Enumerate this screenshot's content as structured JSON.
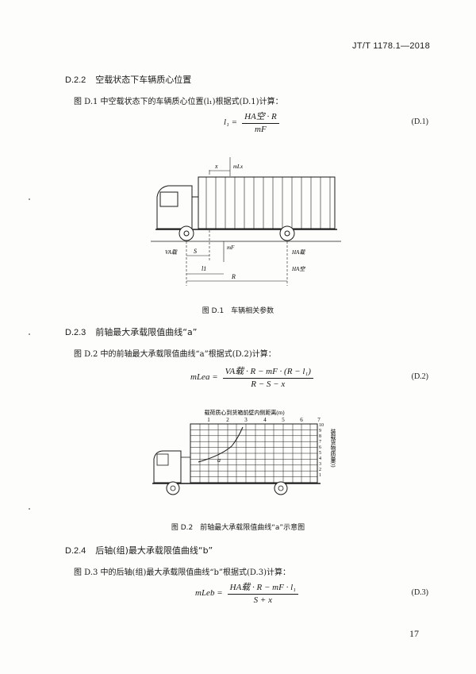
{
  "header": {
    "doc_id": "JT/T 1178.1—2018"
  },
  "page_number": "17",
  "sections": [
    {
      "num": "D.2.2",
      "title": "空载状态下车辆质心位置",
      "text": "图 D.1 中空载状态下的车辆质心位置(l₁)根据式(D.1)计算：",
      "eq_lhs": "l₁ =",
      "eq_num": "HA空 · R",
      "eq_den": "mF",
      "eq_no": "(D.1)"
    },
    {
      "num": "D.2.3",
      "title": "前轴最大承载限值曲线“a”",
      "text": "图 D.2 中的前轴最大承载限值曲线“a”根据式(D.2)计算：",
      "eq_lhs": "mLea =",
      "eq_num": "VA载 · R − mF · (R − l₁)",
      "eq_den": "R − S − x",
      "eq_no": "(D.2)"
    },
    {
      "num": "D.2.4",
      "title": "后轴(组)最大承载限值曲线“b”",
      "text": "图 D.3 中的后轴(组)最大承载限值曲线“b”根据式(D.3)计算：",
      "eq_lhs": "mLeb =",
      "eq_num": "HA载 · R − mF · l₁",
      "eq_den": "S + x",
      "eq_no": "(D.3)"
    }
  ],
  "figure1": {
    "caption": "图 D.1　车辆相关参数",
    "labels": {
      "x": "x",
      "mLx": "mLx",
      "VA": "VA载",
      "S": "S",
      "mF": "mF",
      "HA_loaded": "HA载",
      "HA_empty": "HA空",
      "l1": "l1",
      "R": "R"
    }
  },
  "figure2": {
    "caption": "图 D.2　前轴最大承载限值曲线“a”示意图",
    "top_axis_title": "载荷质心到货箱前壁内侧距离(m)",
    "right_axis_title": "装载货物质量(t)",
    "top_ticks": [
      "1",
      "2",
      "3",
      "4",
      "5",
      "6",
      "7"
    ],
    "right_ticks": [
      "10",
      "9",
      "8",
      "7",
      "6",
      "5",
      "4",
      "3",
      "2",
      "1"
    ],
    "curve_label": "a"
  }
}
